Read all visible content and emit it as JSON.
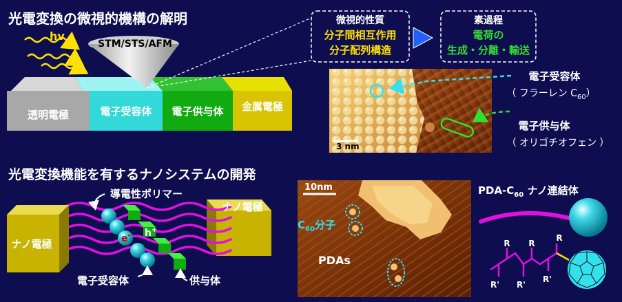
{
  "top": {
    "heading": "光電変換の微視的機構の解明",
    "hv": "hv",
    "tip_label": "STM/STS/AFM",
    "layers": [
      "透明電極",
      "電子受容体",
      "電子供与体",
      "金属電極"
    ],
    "micro_box": {
      "title": "微視的性質",
      "line1": "分子間相互作用",
      "line2": "分子配列構造"
    },
    "process_box": {
      "title": "素過程",
      "line1": "電荷の",
      "line2": "生成・分離・輸送"
    },
    "acceptor_label": {
      "line1": "電子受容体",
      "line2_pre": "（ フラーレン C",
      "line2_sub": "60",
      "line2_post": "）"
    },
    "donor_label": {
      "line1": "電子供与体",
      "line2": "（ オリゴチオフェン ）"
    },
    "scale": "3 nm"
  },
  "bottom": {
    "heading": "光電変換機能を有するナノシステムの開発",
    "polymer_label": "導電性ポリマー",
    "electrode_right": "ナノ電極",
    "electrode_left": "ナノ電極",
    "electron": "e",
    "electron_sup": "-",
    "hole": "h",
    "hole_sup": "+",
    "acceptor": "電子受容体",
    "donor": "供与体",
    "scale": "10nm",
    "c60_pre": "C",
    "c60_sub": "60",
    "c60_post": "分子",
    "pdas": "PDAs",
    "pda_title_pre": "PDA-C",
    "pda_title_sub": "60",
    "pda_title_post": " ナノ連結体",
    "r_labels": [
      "R",
      "R",
      "R",
      "R'",
      "R'",
      "R'"
    ]
  },
  "colors": {
    "background": "#0d0d50",
    "yellow": "#ffe000",
    "green": "#33dd33",
    "cyan": "#33e0ee",
    "magenta": "#e010e0"
  }
}
